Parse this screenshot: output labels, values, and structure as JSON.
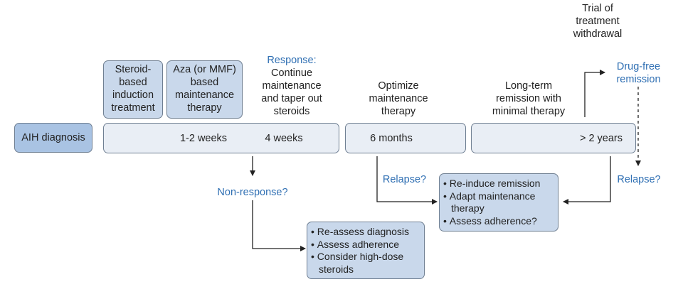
{
  "diagnosis_label": "AIH diagnosis",
  "phases": {
    "steroid": "Steroid-\nbased\ninduction\ntreatment",
    "aza": "Aza (or MMF)\nbased\nmaintenance\ntherapy",
    "response_title": "Response:",
    "response_body": "Continue\nmaintenance\nand taper out\nsteroids",
    "optimize": "Optimize\nmaintenance\ntherapy",
    "longterm": "Long-term\nremission with\nminimal therapy",
    "trial": "Trial of\ntreatment\nwithdrawal",
    "drugfree": "Drug-free\nremission"
  },
  "timeline": {
    "t1": "1-2 weeks",
    "t2": "4 weeks",
    "t3": "6 months",
    "t4": "> 2 years"
  },
  "branches": {
    "nonresponse": "Non-response?",
    "relapse1": "Relapse?",
    "relapse2": "Relapse?"
  },
  "nonresponse_actions": [
    "Re-assess diagnosis",
    "Assess adherence",
    "Consider high-dose steroids"
  ],
  "relapse_actions": [
    "Re-induce remission",
    "Adapt maintenance therapy",
    "Assess adherence?"
  ],
  "colors": {
    "accent_text": "#2f6fb3",
    "box_fill": "#e9eef5",
    "box_blue": "#c9d8eb",
    "diag_fill": "#a9c3e3"
  }
}
